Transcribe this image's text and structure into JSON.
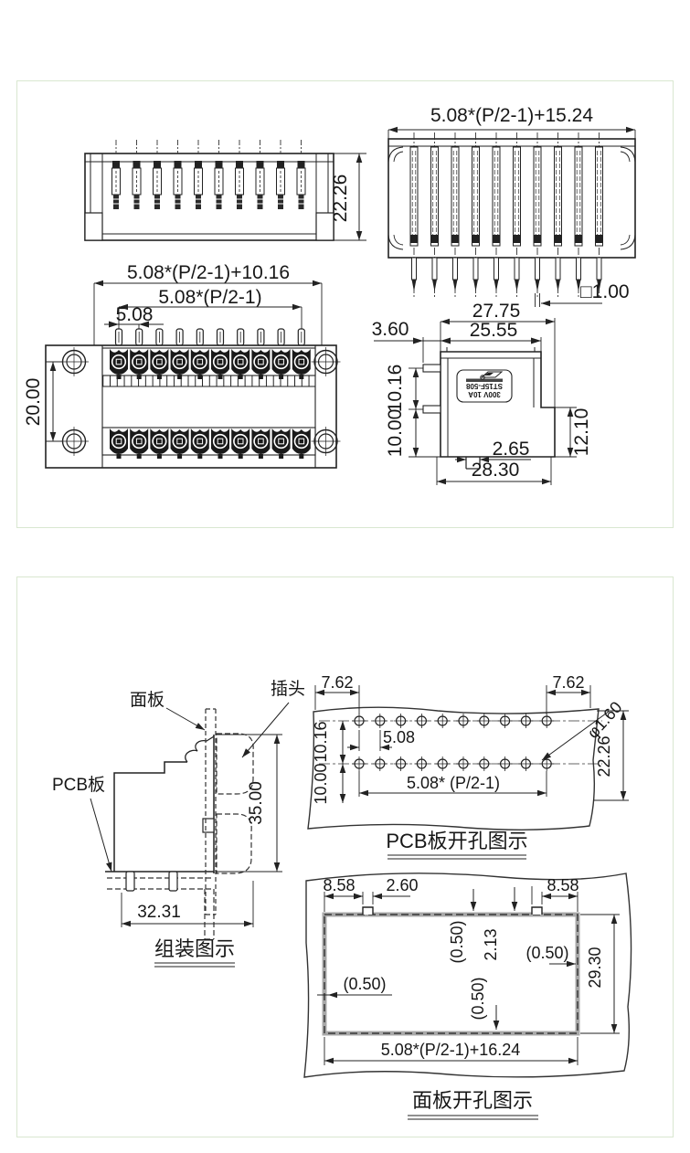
{
  "top_panel": {
    "side_view_top_left": {
      "height": "22.26"
    },
    "front_view": {
      "width_outer": "5.08*(P/2-1)+10.16",
      "width_pins": "5.08*(P/2-1)",
      "pitch": "5.08",
      "row_spacing": "20.00"
    },
    "top_view_right": {
      "width": "5.08*(P/2-1)+15.24",
      "pin_square": "□1.00"
    },
    "side_view_right": {
      "width_top": "27.75",
      "width_inner": "25.55",
      "pin_protrusion": "3.60",
      "pin_spacing": "10.16",
      "pin_to_base": "10.00",
      "step_height": "12.10",
      "tab_width": "2.65",
      "width_bottom": "28.30",
      "marking_line1": "300V 10A",
      "marking_line2": "ST15F-508"
    }
  },
  "bottom_panel": {
    "assembly": {
      "label_panel": "面板",
      "label_plug": "插头",
      "label_pcb": "PCB板",
      "height": "35.00",
      "width": "32.31",
      "caption": "组装图示"
    },
    "pcb_drill": {
      "edge_left": "7.62",
      "edge_right": "7.62",
      "row_gap": "10.16",
      "row_to_edge": "10.00",
      "pitch": "5.08",
      "span": "5.08* (P/2-1)",
      "hole_dia": "φ1.60",
      "height": "22.26",
      "caption": "PCB板开孔图示"
    },
    "panel_cutout": {
      "left_tab": "8.58",
      "notch_width": "2.60",
      "right_tab": "8.58",
      "clearance_top": "(0.50)",
      "notch_depth": "2.13",
      "clearance_right": "(0.50)",
      "clearance_left": "(0.50)",
      "clearance_bottom": "(0.50)",
      "height": "29.30",
      "width": "5.08*(P/2-1)+16.24",
      "caption": "面板开孔图示"
    }
  }
}
